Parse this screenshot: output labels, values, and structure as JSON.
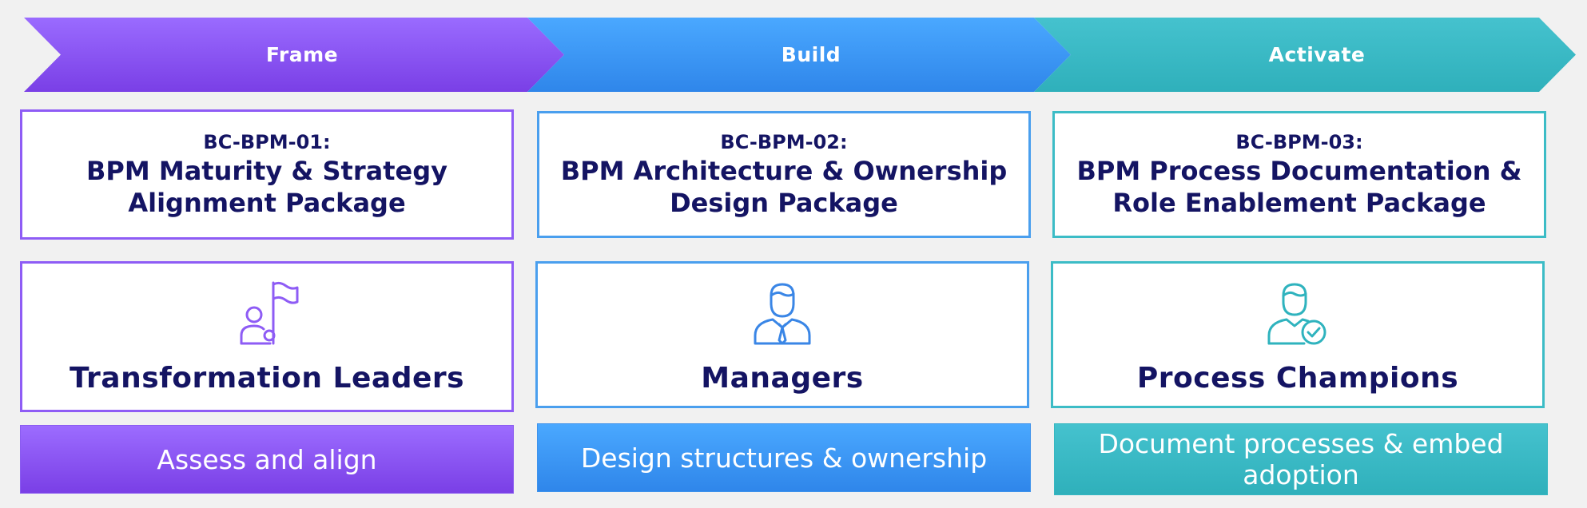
{
  "phases": [
    {
      "label": "Frame"
    },
    {
      "label": "Build"
    },
    {
      "label": "Activate"
    }
  ],
  "packages": [
    {
      "code": "BC-BPM-01:",
      "title_line1": "BPM Maturity & Strategy",
      "title_line2": "Alignment Package"
    },
    {
      "code": "BC-BPM-02:",
      "title_line1": "BPM Architecture & Ownership",
      "title_line2": "Design Package"
    },
    {
      "code": "BC-BPM-03:",
      "title_line1": "BPM Process Documentation &",
      "title_line2": "Role Enablement Package"
    }
  ],
  "roles": [
    {
      "name": "Transformation Leaders",
      "icon": "person-with-flag-icon"
    },
    {
      "name": "Managers",
      "icon": "manager-icon"
    },
    {
      "name": "Process Champions",
      "icon": "user-check-icon"
    }
  ],
  "actions": [
    {
      "text": "Assess and align"
    },
    {
      "text": "Design structures & ownership"
    },
    {
      "text_line1": "Document processes & embed",
      "text_line2": "adoption"
    }
  ],
  "colors": {
    "frame": "#8e5cf5",
    "build": "#4a9fee",
    "activate": "#3cbcc6",
    "text_dark": "#141463",
    "background": "#f1f1f1"
  }
}
